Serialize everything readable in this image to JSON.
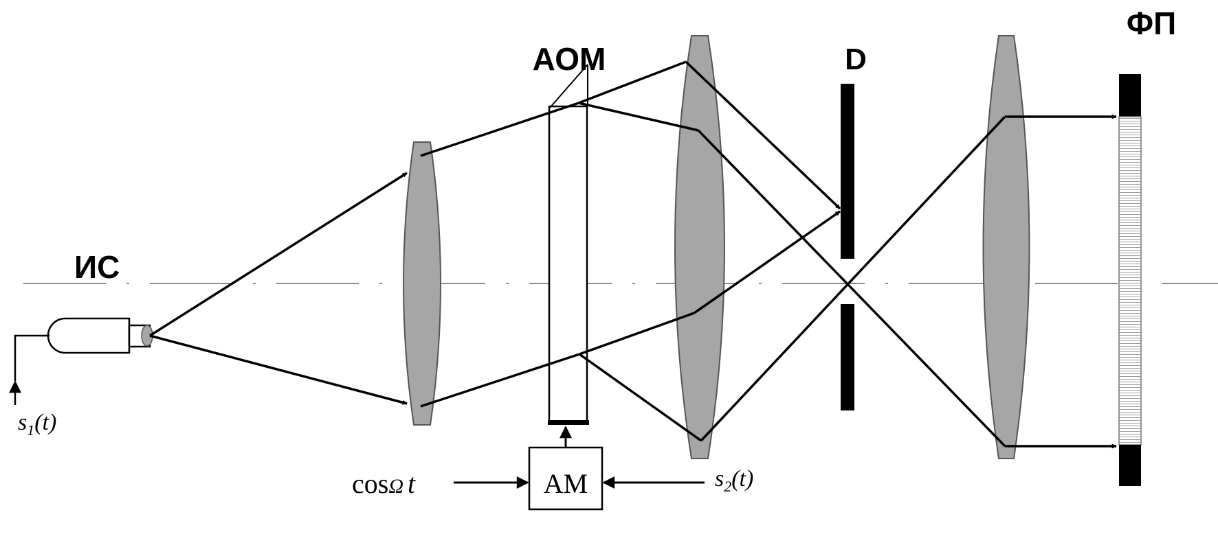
{
  "labels": {
    "source": "ИС",
    "aom": "АОМ",
    "diaphragm": "D",
    "photodetector": "ФП",
    "modulator": "АМ",
    "input_s1_base": "s",
    "input_s1_sub": "1",
    "input_s1_arg": "(t)",
    "input_s2_base": "s",
    "input_s2_sub": "2",
    "input_s2_arg": "(t)",
    "carrier_cos": "cos",
    "carrier_omega": "Ω",
    "carrier_t": "t"
  },
  "colors": {
    "lens_fill": "#a6a6a6",
    "ray": "#000000",
    "axis": "#8a8a8a",
    "detector": "#000000"
  }
}
